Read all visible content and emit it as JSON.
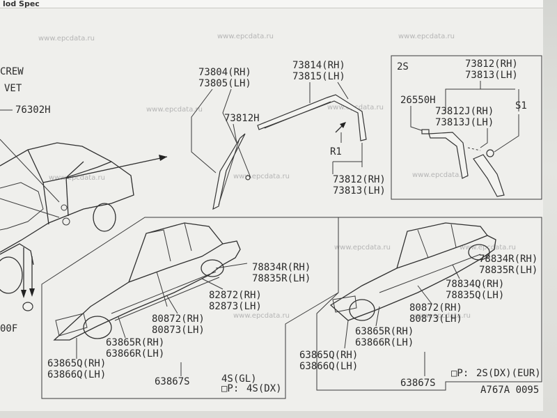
{
  "header": {
    "title": "lod Spec"
  },
  "watermark": "www.epcdata.ru",
  "left_labels": [
    "CREW",
    "VET",
    "76302H",
    "00F"
  ],
  "center_group": {
    "a": [
      "73804(RH)",
      "73805(LH)"
    ],
    "b": "73812H",
    "c": [
      "73814(RH)",
      "73815(LH)"
    ],
    "d": "R1",
    "e": [
      "73812(RH)",
      "73813(LH)"
    ]
  },
  "inset": {
    "tag": "2S",
    "a": [
      "73812(RH)",
      "73813(LH)"
    ],
    "b": "26550H",
    "c": "S1",
    "d": [
      "73812J(RH)",
      "73813J(LH)"
    ]
  },
  "left_car": {
    "a": [
      "78834R(RH)",
      "78835R(LH)"
    ],
    "b": [
      "82872(RH)",
      "82873(LH)"
    ],
    "c": [
      "80872(RH)",
      "80873(LH)"
    ],
    "d": [
      "63865R(RH)",
      "63866R(LH)"
    ],
    "e": [
      "63865Q(RH)",
      "63866Q(LH)"
    ],
    "f": "63867S",
    "g": "4S(GL)",
    "h": "4S(DX)",
    "h_prefix": "□P:"
  },
  "right_car": {
    "a": [
      "78834R(RH)",
      "78835R(LH)"
    ],
    "b": [
      "78834Q(RH)",
      "78835Q(LH)"
    ],
    "c": [
      "80872(RH)",
      "80873(LH)"
    ],
    "d": [
      "63865R(RH)",
      "63866R(LH)"
    ],
    "e": [
      "63865Q(RH)",
      "63866Q(LH)"
    ],
    "f": "63867S",
    "g": "2S(DX)(EUR)",
    "g_prefix": "□P:"
  },
  "figure_code": "A767A 0095"
}
